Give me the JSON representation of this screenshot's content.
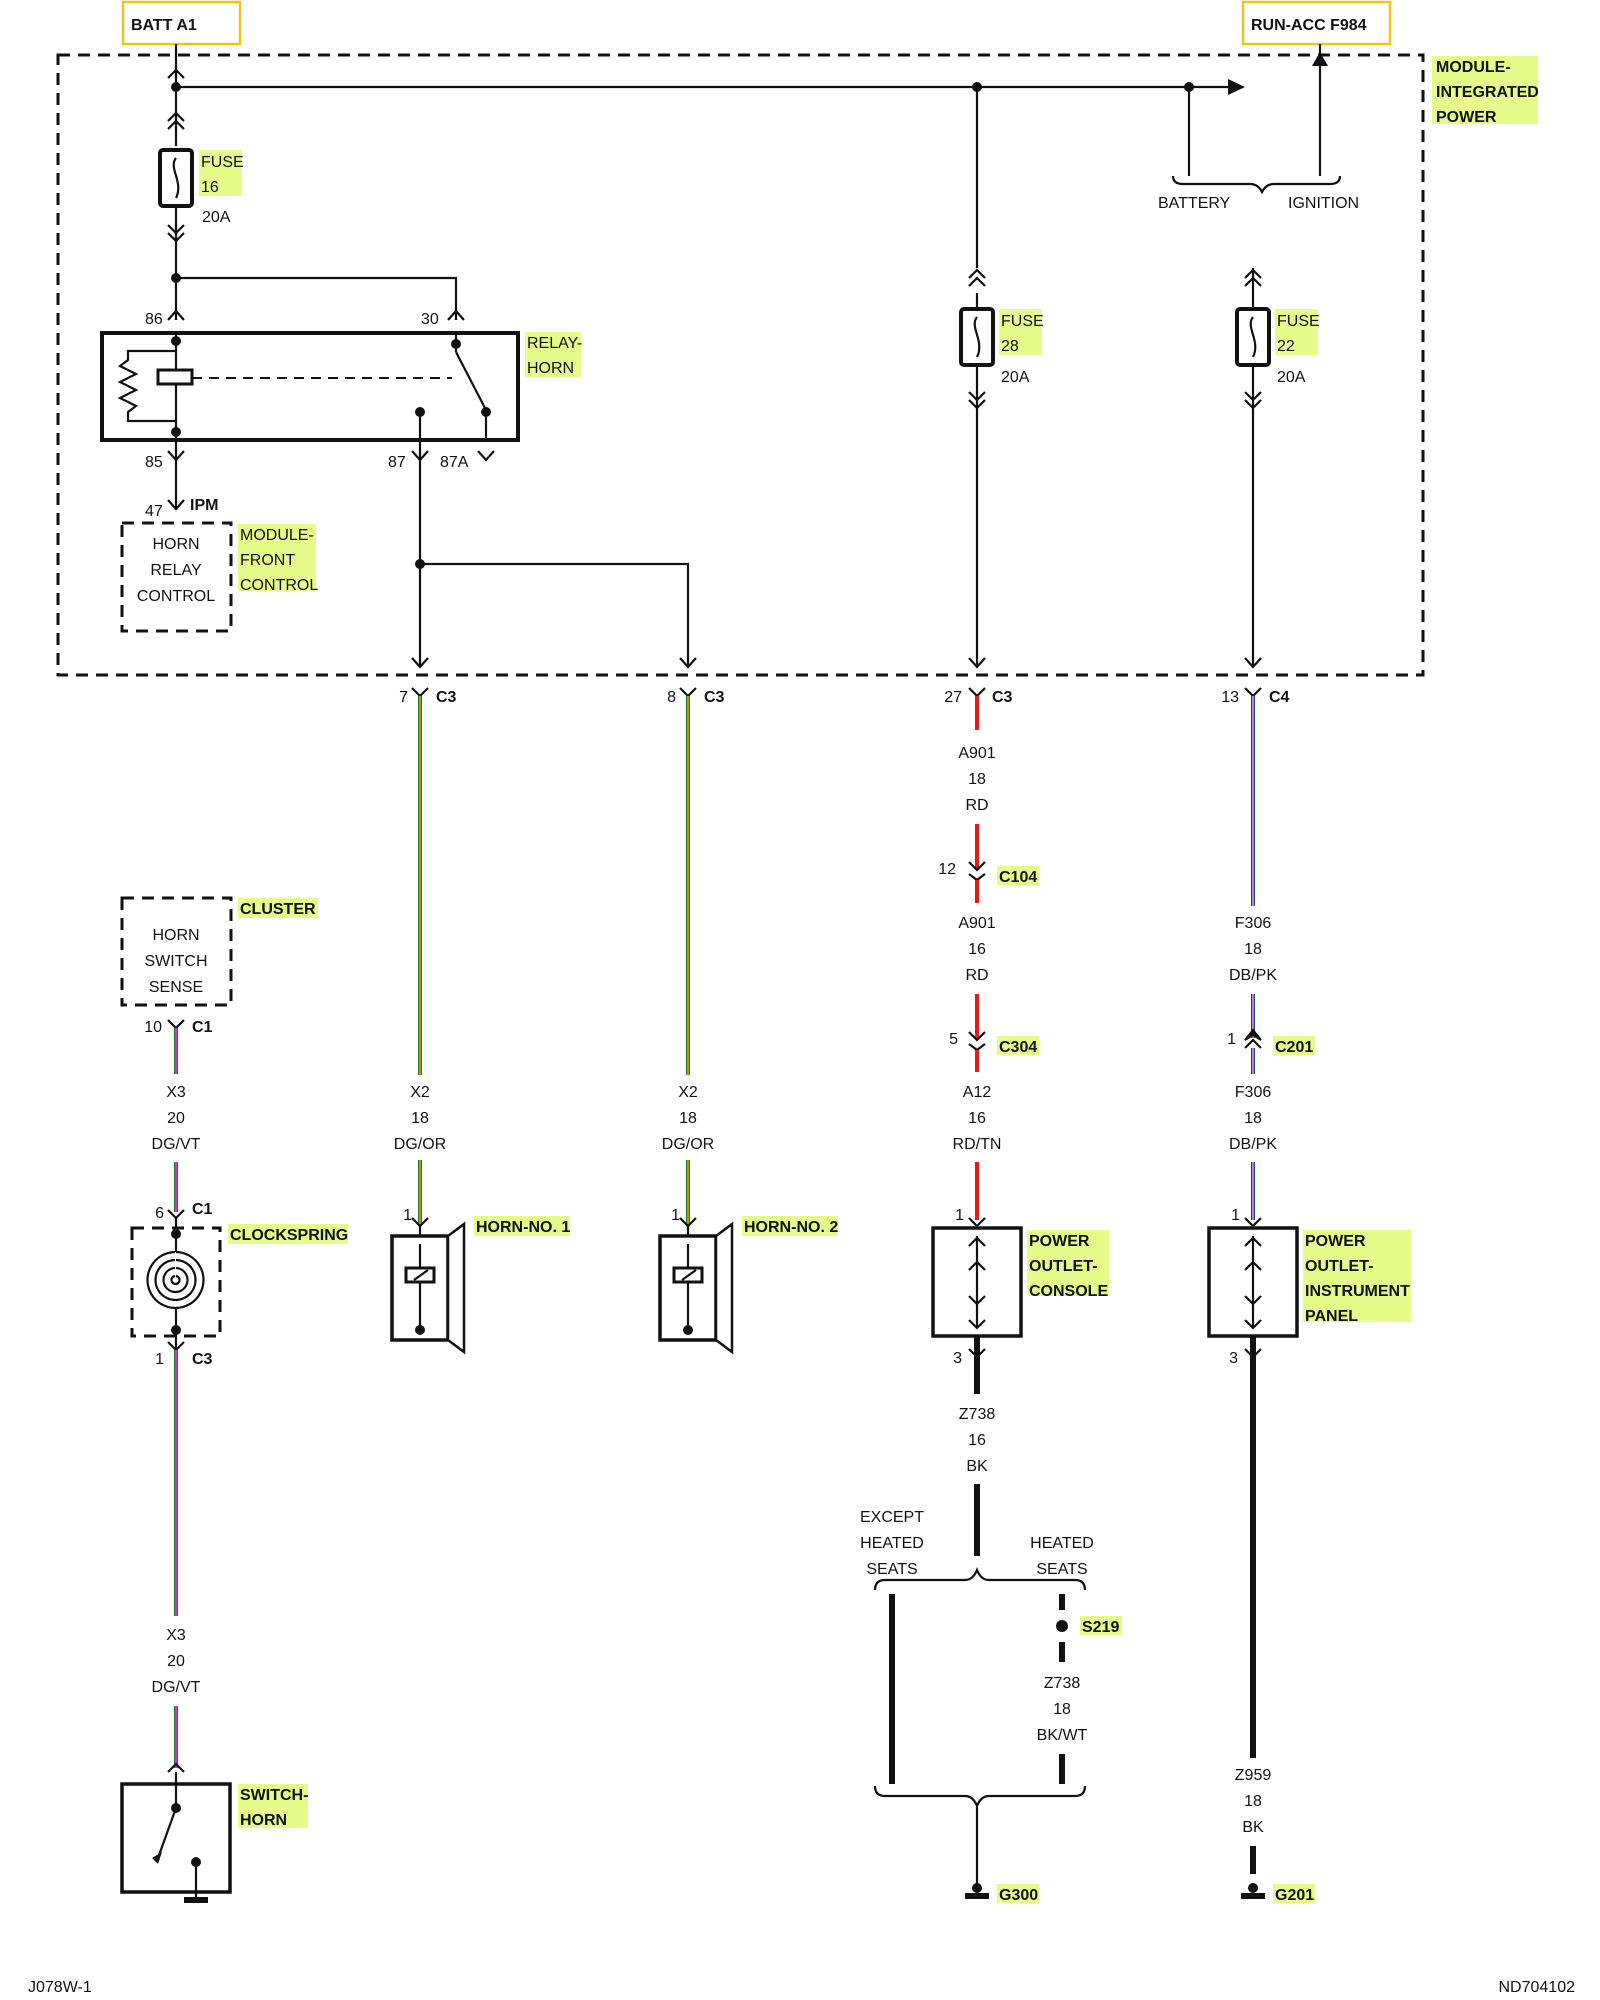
{
  "sources": {
    "batt": "BATT A1",
    "run_acc": "RUN-ACC F984"
  },
  "module_ipm": {
    "name": "MODULE-\nINTEGRATED\nPOWER",
    "battery": "BATTERY",
    "ignition": "IGNITION"
  },
  "fuses": [
    {
      "name": "FUSE\n16",
      "rating": "20A"
    },
    {
      "name": "FUSE\n28",
      "rating": "20A"
    },
    {
      "name": "FUSE\n22",
      "rating": "20A"
    }
  ],
  "relay": {
    "name": "RELAY-\nHORN",
    "pins": [
      "86",
      "30",
      "85",
      "87",
      "87A"
    ]
  },
  "ipm_pin": {
    "num": "47",
    "conn": "IPM"
  },
  "front_control": {
    "box": "HORN\nRELAY\nCONTROL",
    "name": "MODULE-\nFRONT\nCONTROL"
  },
  "ipm_connectors": [
    {
      "pin": "7",
      "conn": "C3"
    },
    {
      "pin": "8",
      "conn": "C3"
    },
    {
      "pin": "27",
      "conn": "C3"
    },
    {
      "pin": "13",
      "conn": "C4"
    }
  ],
  "cluster": {
    "box": "HORN\nSWITCH\nSENSE",
    "name": "CLUSTER",
    "pin": "10",
    "conn": "C1"
  },
  "wires": {
    "x3_upper": {
      "circuit": "X3",
      "gauge": "20",
      "color": "DG/VT"
    },
    "x3_lower": {
      "circuit": "X3",
      "gauge": "20",
      "color": "DG/VT"
    },
    "x2_horn1": {
      "circuit": "X2",
      "gauge": "18",
      "color": "DG/OR"
    },
    "x2_horn2": {
      "circuit": "X2",
      "gauge": "18",
      "color": "DG/OR"
    },
    "a901_18": {
      "circuit": "A901",
      "gauge": "18",
      "color": "RD"
    },
    "a901_16": {
      "circuit": "A901",
      "gauge": "16",
      "color": "RD"
    },
    "a12": {
      "circuit": "A12",
      "gauge": "16",
      "color": "RD/TN"
    },
    "f306_a": {
      "circuit": "F306",
      "gauge": "18",
      "color": "DB/PK"
    },
    "f306_b": {
      "circuit": "F306",
      "gauge": "18",
      "color": "DB/PK"
    },
    "z738_16": {
      "circuit": "Z738",
      "gauge": "16",
      "color": "BK"
    },
    "z738_18": {
      "circuit": "Z738",
      "gauge": "18",
      "color": "BK/WT"
    },
    "z959": {
      "circuit": "Z959",
      "gauge": "18",
      "color": "BK"
    }
  },
  "inline_connectors": [
    {
      "pin": "12",
      "conn": "C104"
    },
    {
      "pin": "5",
      "conn": "C304"
    },
    {
      "pin": "1",
      "conn": "C201"
    }
  ],
  "clockspring": {
    "name": "CLOCKSPRING",
    "top_pin": "6",
    "top_conn": "C1",
    "bot_pin": "1",
    "bot_conn": "C3"
  },
  "horns": [
    {
      "name": "HORN-NO. 1",
      "pin": "1"
    },
    {
      "name": "HORN-NO. 2",
      "pin": "1"
    }
  ],
  "outlets": [
    {
      "name": "POWER\nOUTLET-\nCONSOLE",
      "pin_top": "1",
      "pin_bot": "3"
    },
    {
      "name": "POWER\nOUTLET-\nINSTRUMENT\nPANEL",
      "pin_top": "1",
      "pin_bot": "3"
    }
  ],
  "options": {
    "left": "EXCEPT\nHEATED\nSEATS",
    "right": "HEATED\nSEATS"
  },
  "splice": "S219",
  "grounds": [
    "G300",
    "G201"
  ],
  "switch_horn": "SWITCH-\nHORN",
  "footer": {
    "left": "J078W-1",
    "right": "ND704102"
  },
  "wire_colors": {
    "red": "#e31b1b",
    "green": "#1e7a2a",
    "orange": "#e0a321",
    "violet": "#d43bd4",
    "blue": "#1c3f93",
    "pink": "#f29ac8"
  }
}
